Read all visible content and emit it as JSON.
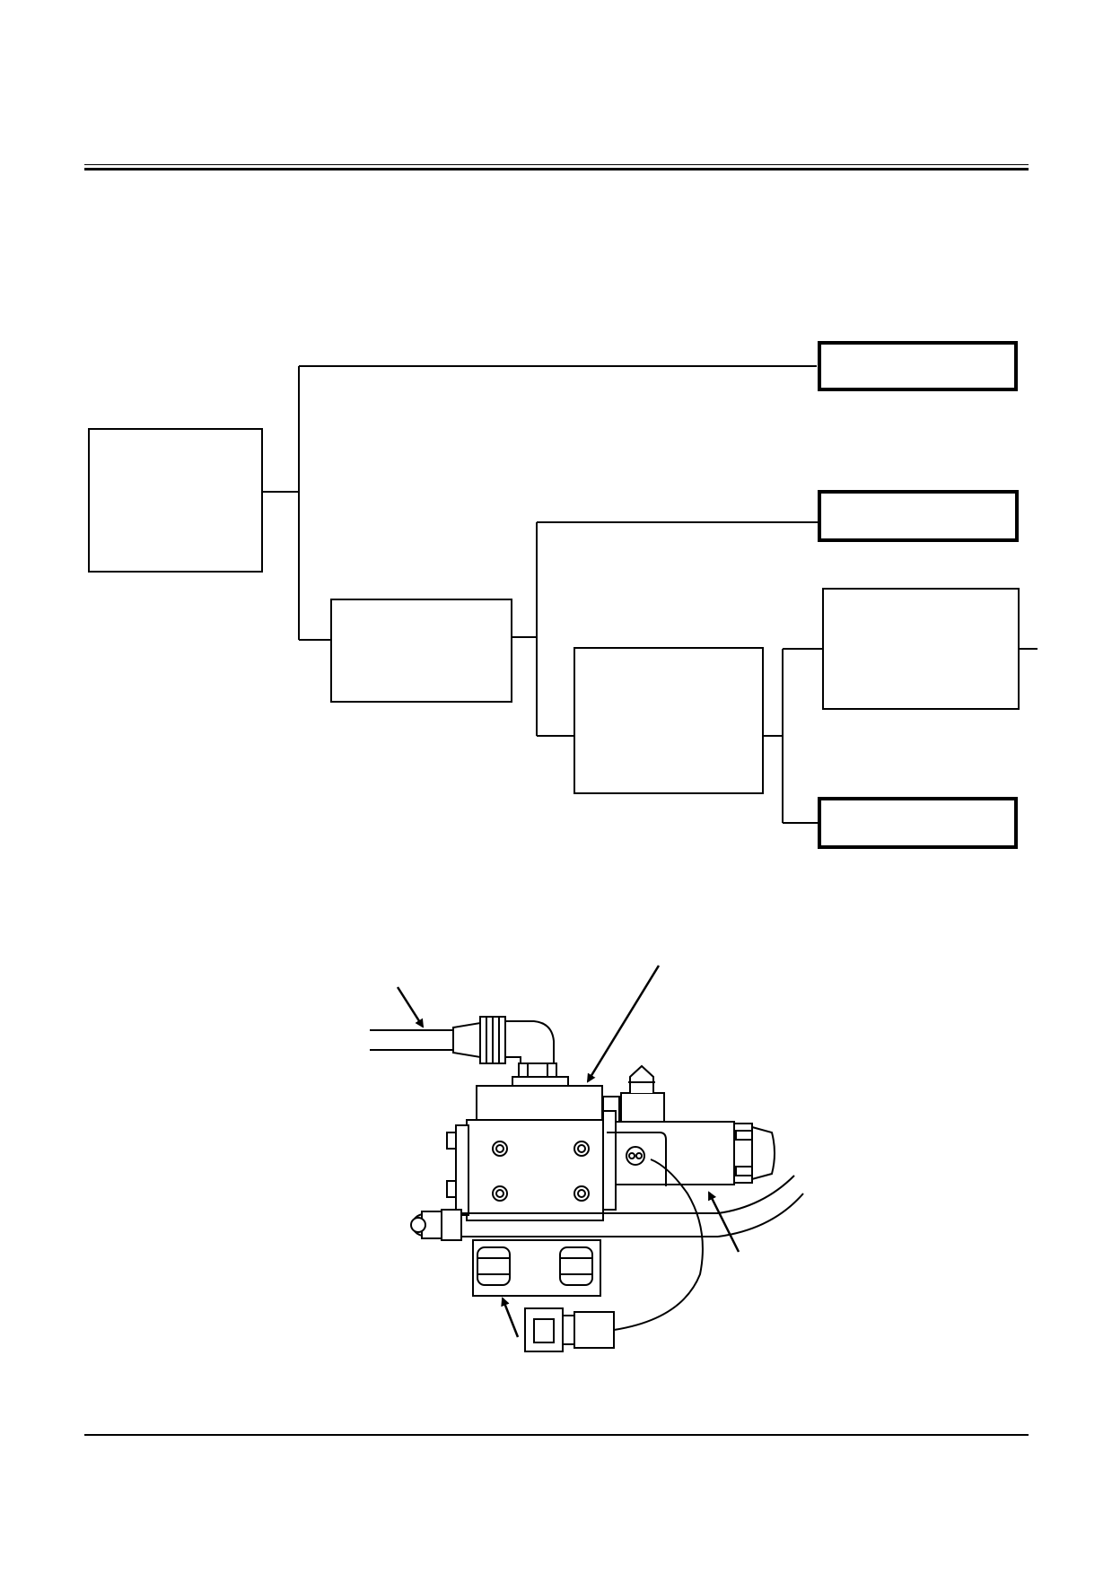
{
  "header": {},
  "flowchart": {
    "nodes": [
      {
        "id": "root",
        "label": ""
      },
      {
        "id": "branch-top",
        "label": ""
      },
      {
        "id": "mid",
        "label": ""
      },
      {
        "id": "mid-upper",
        "label": ""
      },
      {
        "id": "lower",
        "label": ""
      },
      {
        "id": "lower-upper",
        "label": ""
      },
      {
        "id": "lower-bottom",
        "label": ""
      }
    ]
  },
  "figure": {
    "callouts": [
      "",
      "",
      "",
      ""
    ]
  },
  "footer": {}
}
